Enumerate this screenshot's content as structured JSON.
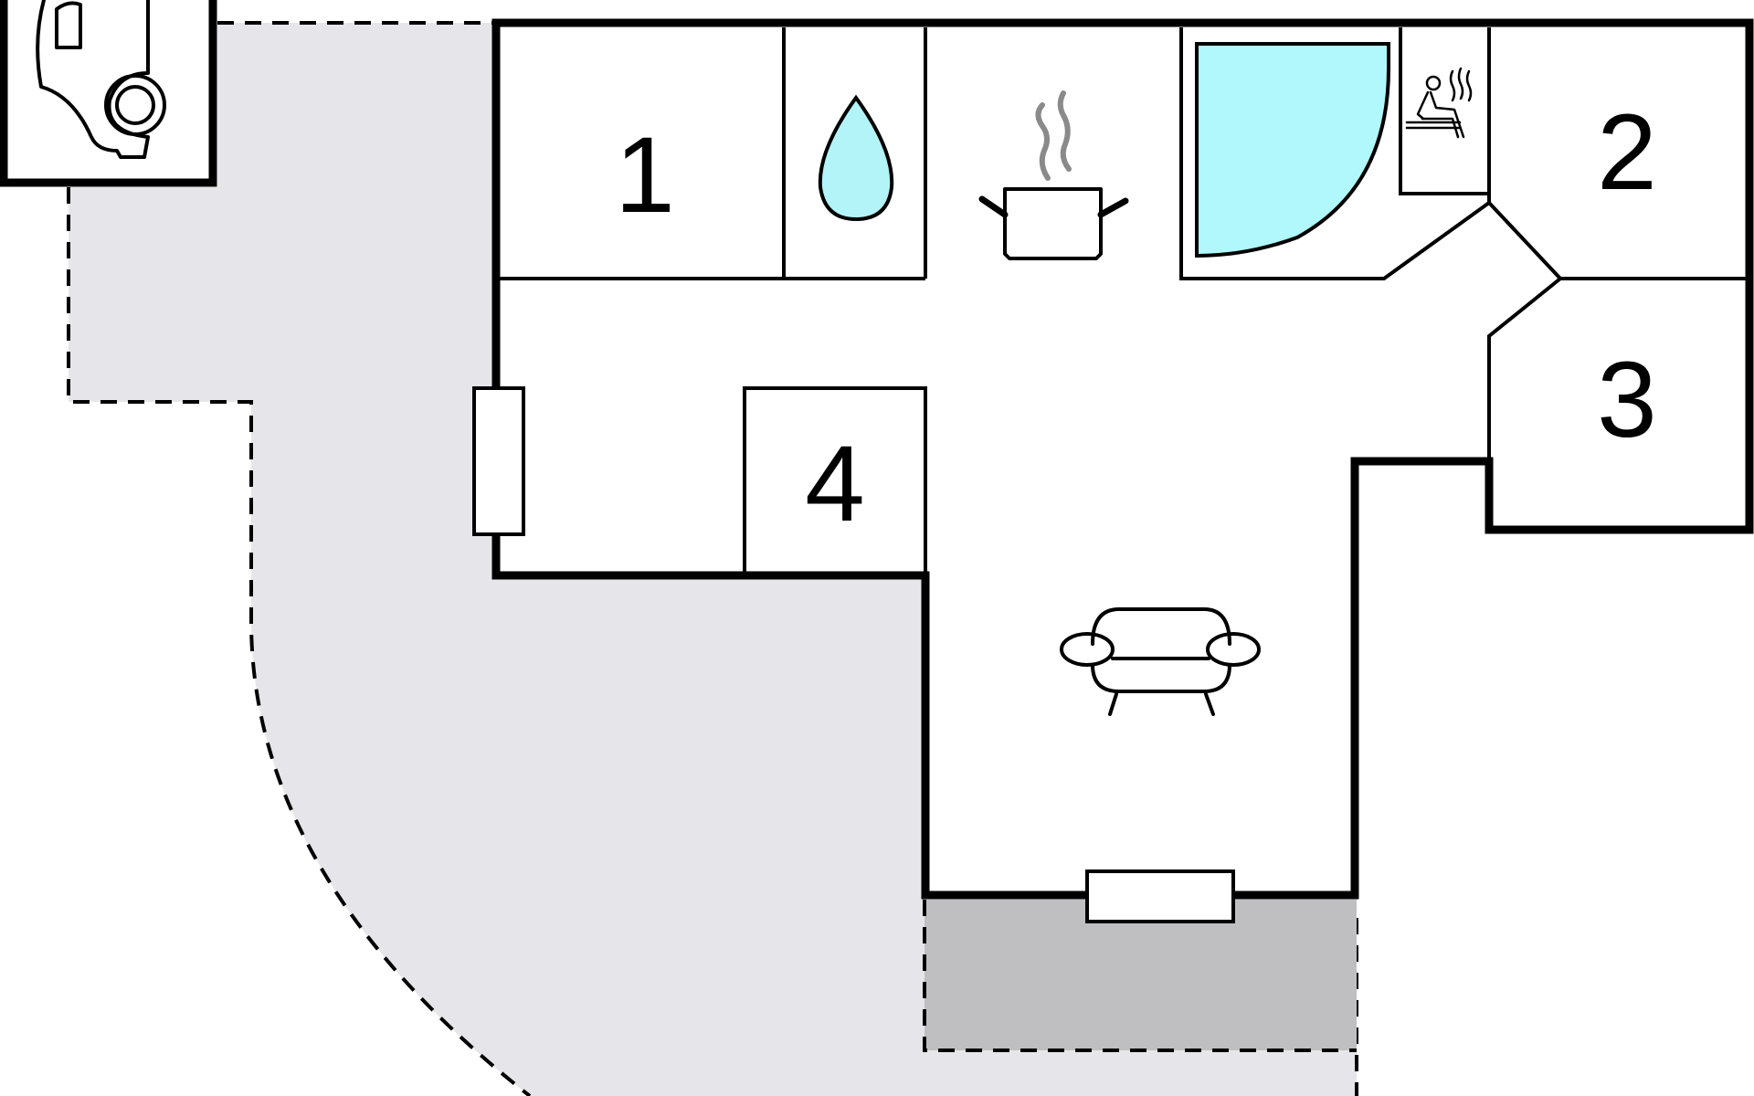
{
  "floorplan": {
    "rooms": [
      {
        "id": "room-1",
        "label": "1"
      },
      {
        "id": "room-2",
        "label": "2"
      },
      {
        "id": "room-3",
        "label": "3"
      },
      {
        "id": "room-4",
        "label": "4"
      }
    ],
    "icons": [
      "carport-icon",
      "water-drop-icon",
      "kitchen-pot-icon",
      "pool-icon",
      "sauna-icon",
      "sofa-icon",
      "door-icon",
      "window-icon"
    ],
    "colors": {
      "wall": "#000000",
      "outdoor_area": "#e6e6ea",
      "terrace": "#bfbfc1",
      "pool": "#b0f8fc",
      "water": "#b3f4f8",
      "steam": "#8a8a8a"
    }
  }
}
